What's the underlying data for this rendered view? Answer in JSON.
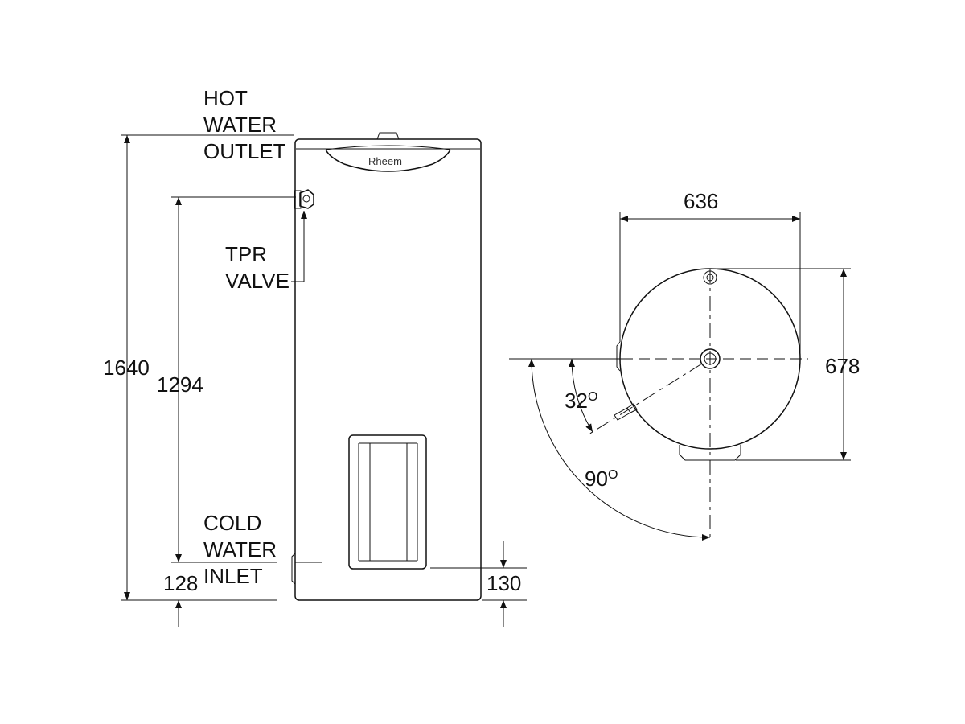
{
  "brand": "Rheem",
  "labels": {
    "hot_water_outlet": [
      "HOT",
      "WATER",
      "OUTLET"
    ],
    "tpr_valve": [
      "TPR",
      "VALVE"
    ],
    "cold_water_inlet": [
      "COLD",
      "WATER",
      "INLET"
    ]
  },
  "dimensions": {
    "overall_height": "1640",
    "tpr_height": "1294",
    "cold_inlet_height": "128",
    "element_height": "130",
    "width": "636",
    "depth": "678",
    "angle_small": "32",
    "angle_large": "90",
    "degree_symbol": "O"
  }
}
